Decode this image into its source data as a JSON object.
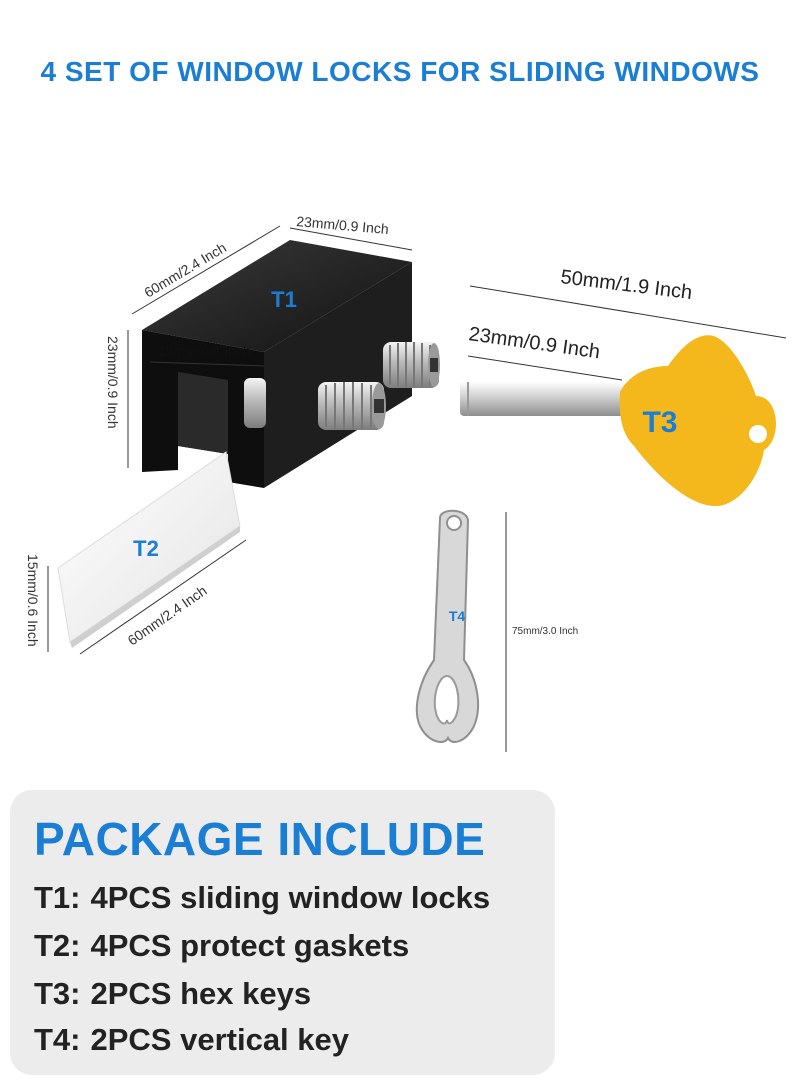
{
  "title": "4 SET OF WINDOW LOCKS FOR SLIDING WINDOWS",
  "parts": {
    "t1": "T1",
    "t2": "T2",
    "t3": "T3",
    "t4": "T4"
  },
  "dimensions": {
    "t1_width": "23mm/0.9 Inch",
    "t1_length": "60mm/2.4 Inch",
    "t1_height": "23mm/0.9 Inch",
    "t1_gap": "15mm/0.6 Inch",
    "t3_total": "50mm/1.9 Inch",
    "t3_shaft": "23mm/0.9 Inch",
    "t2_height": "15mm/0.6 Inch",
    "t2_length": "60mm/2.4 Inch",
    "t4_length": "75mm/3.0 Inch"
  },
  "package": {
    "heading": "PACKAGE INCLUDE",
    "items": [
      {
        "code": "T1:",
        "text": "4PCS sliding window locks"
      },
      {
        "code": "T2:",
        "text": "4PCS protect gaskets"
      },
      {
        "code": "T3:",
        "text": "2PCS hex keys"
      },
      {
        "code": "T4:",
        "text": "2PCS vertical key"
      }
    ]
  },
  "colors": {
    "accent": "#1a7fd4",
    "key_yellow": "#f5b81c",
    "lock_black": "#161616",
    "package_bg": "#ececec"
  }
}
